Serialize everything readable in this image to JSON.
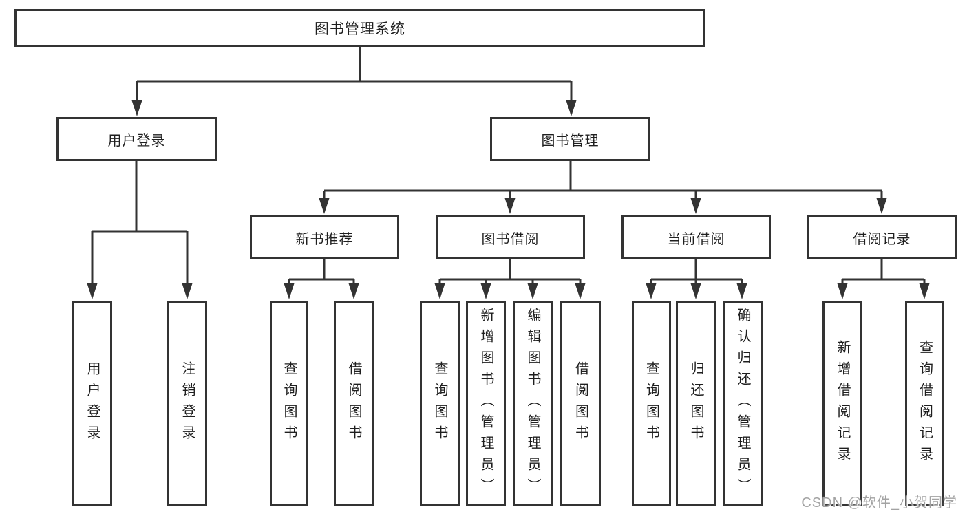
{
  "diagram": {
    "title": "图书管理系统",
    "level2": {
      "user_login": "用户登录",
      "book_mgmt": "图书管理"
    },
    "level3": {
      "new_book": "新书推荐",
      "book_borrow": "图书借阅",
      "current_borrow": "当前借阅",
      "borrow_records": "借阅记录"
    },
    "leaves": {
      "user_login": "用户登录",
      "logout": "注销登录",
      "nb_query": "查询图书",
      "nb_borrow": "借阅图书",
      "bb_query": "查询图书",
      "bb_add": "新增图书（管理员）",
      "bb_edit": "编辑图书（管理员）",
      "bb_borrow": "借阅图书",
      "cb_query": "查询图书",
      "cb_return": "归还图书",
      "cb_confirm": "确认归还（管理员）",
      "br_add": "新增借阅记录",
      "br_query": "查询借阅记录"
    }
  },
  "watermark": "CSDN @软件_小贺同学",
  "colors": {
    "line": "#333333",
    "box_border": "#333333",
    "box_background": "#ffffff",
    "text": "#1f1f1f",
    "watermark": "#a3a3a3",
    "background": "#ffffff"
  }
}
